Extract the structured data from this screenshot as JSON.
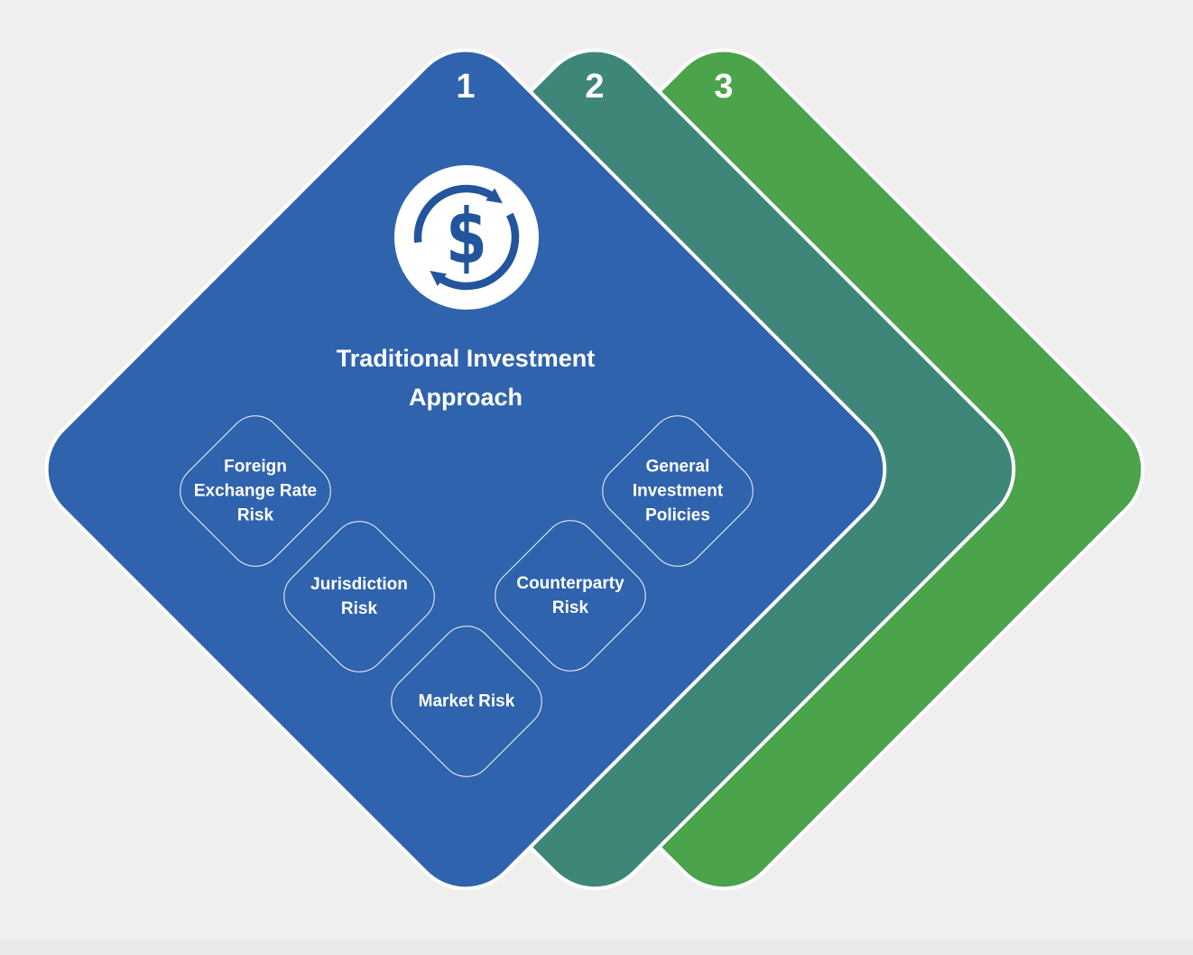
{
  "canvas": {
    "background": "#efefef"
  },
  "colors": {
    "layer1": "#2f63ad",
    "layer2": "#3e8778",
    "layer3": "#4ba34c",
    "outline": "#ffffff",
    "text": "#ffffff",
    "icon_accent": "#23559d",
    "icon_circle": "#ffffff"
  },
  "layers": [
    {
      "number": "1",
      "color": "#2f63ad"
    },
    {
      "number": "2",
      "color": "#3e8778"
    },
    {
      "number": "3",
      "color": "#4ba34c"
    }
  ],
  "panel": {
    "icon": "currency-cycle-icon",
    "icon_glyph": "$",
    "title": "Traditional Investment\nApproach",
    "items": [
      {
        "label": "Foreign\nExchange Rate\nRisk"
      },
      {
        "label": "Jurisdiction\nRisk"
      },
      {
        "label": "Market Risk"
      },
      {
        "label": "Counterparty\nRisk"
      },
      {
        "label": "General\nInvestment\nPolicies"
      }
    ]
  }
}
